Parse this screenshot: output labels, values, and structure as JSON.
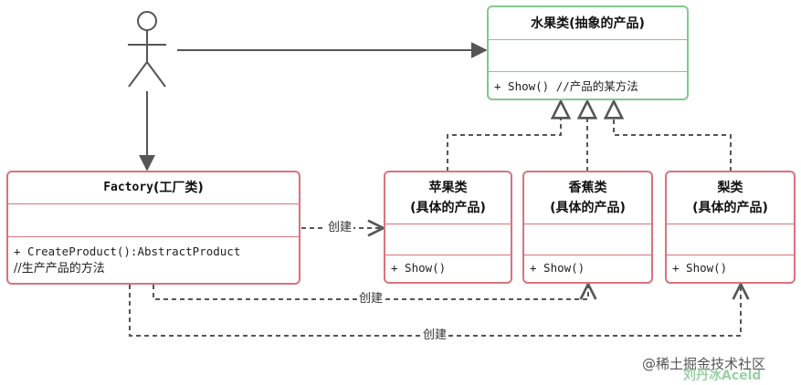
{
  "product": {
    "title": "水果类(抽象的产品)",
    "operation": "+ Show() //产品的某方法"
  },
  "factory": {
    "title_name": "Factory",
    "title_suffix": "(工厂类)",
    "operation_line1": "+ CreateProduct():AbstractProduct",
    "operation_line2": "//生产产品的方法"
  },
  "concrete": [
    {
      "line1": "苹果类",
      "line2": "(具体的产品)",
      "operation": "+ Show()"
    },
    {
      "line1": "香蕉类",
      "line2": "(具体的产品)",
      "operation": "+ Show()"
    },
    {
      "line1": "梨类",
      "line2": "(具体的产品)",
      "operation": "+ Show()"
    }
  ],
  "edges": {
    "create_label_1": "创建",
    "create_label_2": "创建",
    "create_label_3": "创建"
  },
  "watermark": {
    "line1": "@稀土掘金技术社区",
    "line2": "刘丹冰Aceld"
  },
  "colors": {
    "abstract_border": "#82c98e",
    "factory_border": "#d9737b",
    "line": "#555555"
  }
}
